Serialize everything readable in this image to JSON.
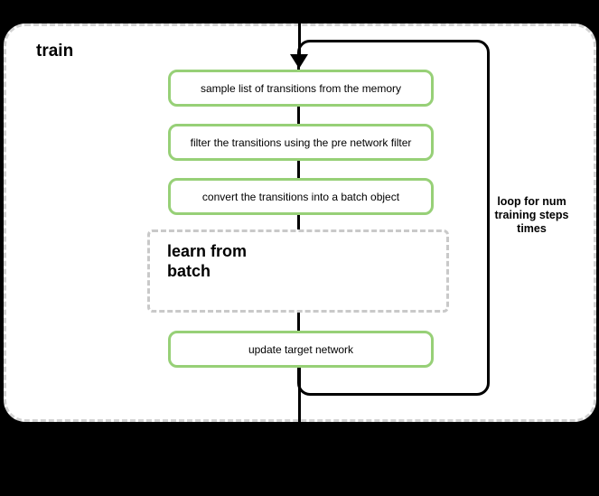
{
  "diagram": {
    "title": "train",
    "steps": [
      {
        "label": "sample list of transitions from the memory"
      },
      {
        "label": "filter the transitions using the pre network filter"
      },
      {
        "label": "convert the transitions into a batch object"
      }
    ],
    "subprocess": {
      "label": "learn from\nbatch"
    },
    "final_step": {
      "label": "update target network"
    },
    "loop_annotation": "loop for num\ntraining steps\ntimes"
  },
  "colors": {
    "background": "#000000",
    "container_fill": "#ffffff",
    "container_border": "#d3d3d3",
    "step_border": "#97d077",
    "subprocess_border": "#c9c9c9",
    "loop_border": "#000000",
    "text": "#000000"
  }
}
